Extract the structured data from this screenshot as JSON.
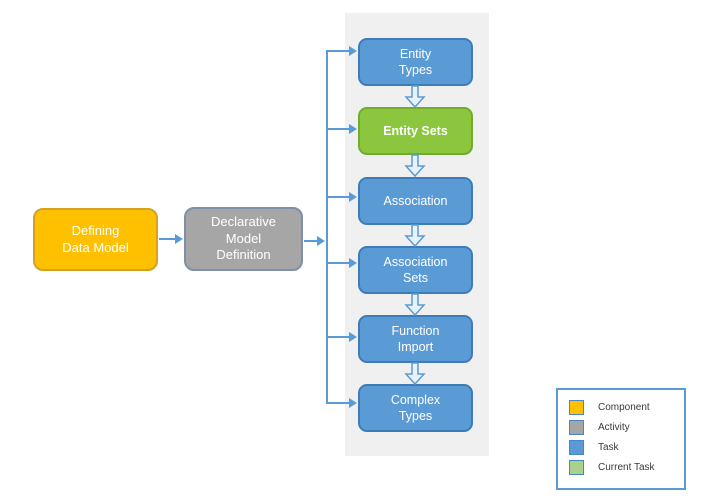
{
  "colors": {
    "component": "#FFC000",
    "activity": "#A6A6A6",
    "task": "#5B9BD5",
    "current-task": "#8CC63F",
    "connector": "#5B9BD5",
    "panel": "#F0F0F0"
  },
  "nodes": {
    "component": {
      "label": "Defining\nData Model",
      "type": "Component"
    },
    "activity": {
      "label": "Declarative\nModel\nDefinition",
      "type": "Activity"
    },
    "tasks": [
      {
        "label": "Entity\nTypes",
        "type": "Task"
      },
      {
        "label": "Entity Sets",
        "type": "Current Task"
      },
      {
        "label": "Association",
        "type": "Task"
      },
      {
        "label": "Association\nSets",
        "type": "Task"
      },
      {
        "label": "Function\nImport",
        "type": "Task"
      },
      {
        "label": "Complex\nTypes",
        "type": "Task"
      }
    ]
  },
  "legend": {
    "items": [
      {
        "label": "Component",
        "color": "#FFC000"
      },
      {
        "label": "Activity",
        "color": "#A6A6A6"
      },
      {
        "label": "Task",
        "color": "#5B9BD5"
      },
      {
        "label": "Current Task",
        "color": "#A9D18E"
      }
    ]
  }
}
